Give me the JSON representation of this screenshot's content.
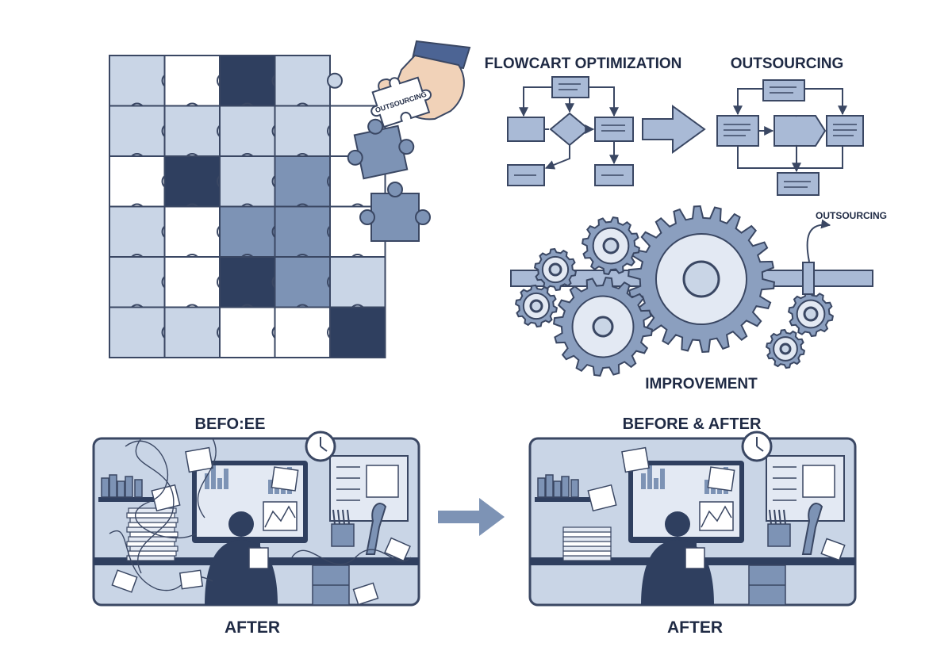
{
  "colors": {
    "navy": "#2f3f5f",
    "mid_blue": "#7d93b5",
    "light_blue": "#c9d5e6",
    "pale_blue": "#e3e9f3",
    "outline": "#3a4763",
    "skin": "#f1d2b8",
    "sleeve": "#4c6494",
    "white": "#ffffff"
  },
  "labels": {
    "puzzle_piece": "OUTSOURCING",
    "flowchart_title": "FLOWCART OPTIMIZATION",
    "outsourcing_title": "OUTSOURCING",
    "outsourcing_arrow": "OUTSOURCING",
    "gears_caption": "IMPROVEMENT",
    "before_title": "BEFO:EE",
    "before_caption": "AFTER",
    "after_title": "BEFORE & AFTER",
    "after_caption": "AFTER"
  },
  "icons": {
    "hand": "hand-holding-piece",
    "gears": "gear-icon",
    "clock": "clock-icon",
    "arrow": "arrow-right-icon"
  }
}
